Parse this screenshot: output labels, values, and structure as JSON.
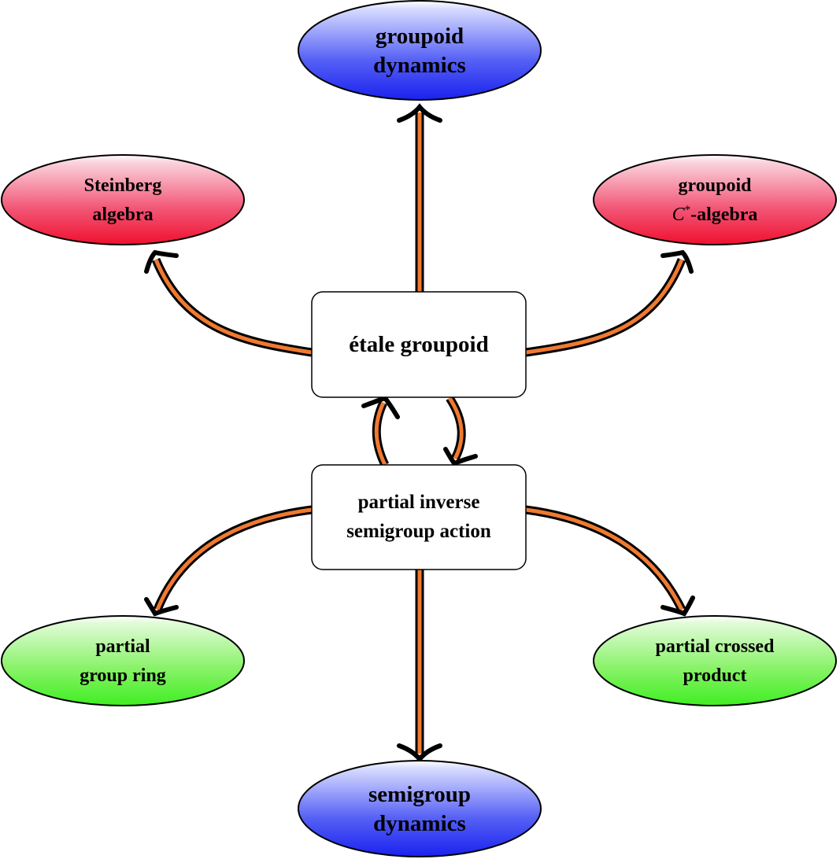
{
  "nodes": {
    "groupoid_dynamics": {
      "line1": "groupoid",
      "line2": "dynamics",
      "color": "#2a2cf0"
    },
    "steinberg_algebra": {
      "line1": "Steinberg",
      "line2": "algebra",
      "color": "#f0163a"
    },
    "groupoid_cstar": {
      "line1": "groupoid",
      "line2_math": "C",
      "line2_sup": "*",
      "line2_rest": "-algebra",
      "color": "#f0163a"
    },
    "etale_groupoid": {
      "label": "étale groupoid"
    },
    "partial_action": {
      "line1": "partial inverse",
      "line2": "semigroup action"
    },
    "partial_group_ring": {
      "line1": "partial",
      "line2": "group ring",
      "color": "#44ee22"
    },
    "partial_crossed_product": {
      "line1": "partial crossed",
      "line2": "product",
      "color": "#44ee22"
    },
    "semigroup_dynamics": {
      "line1": "semigroup",
      "line2": "dynamics",
      "color": "#2a2cf0"
    }
  },
  "arrow_colors": {
    "outline": "#000000",
    "fill": "#ef7a30"
  }
}
